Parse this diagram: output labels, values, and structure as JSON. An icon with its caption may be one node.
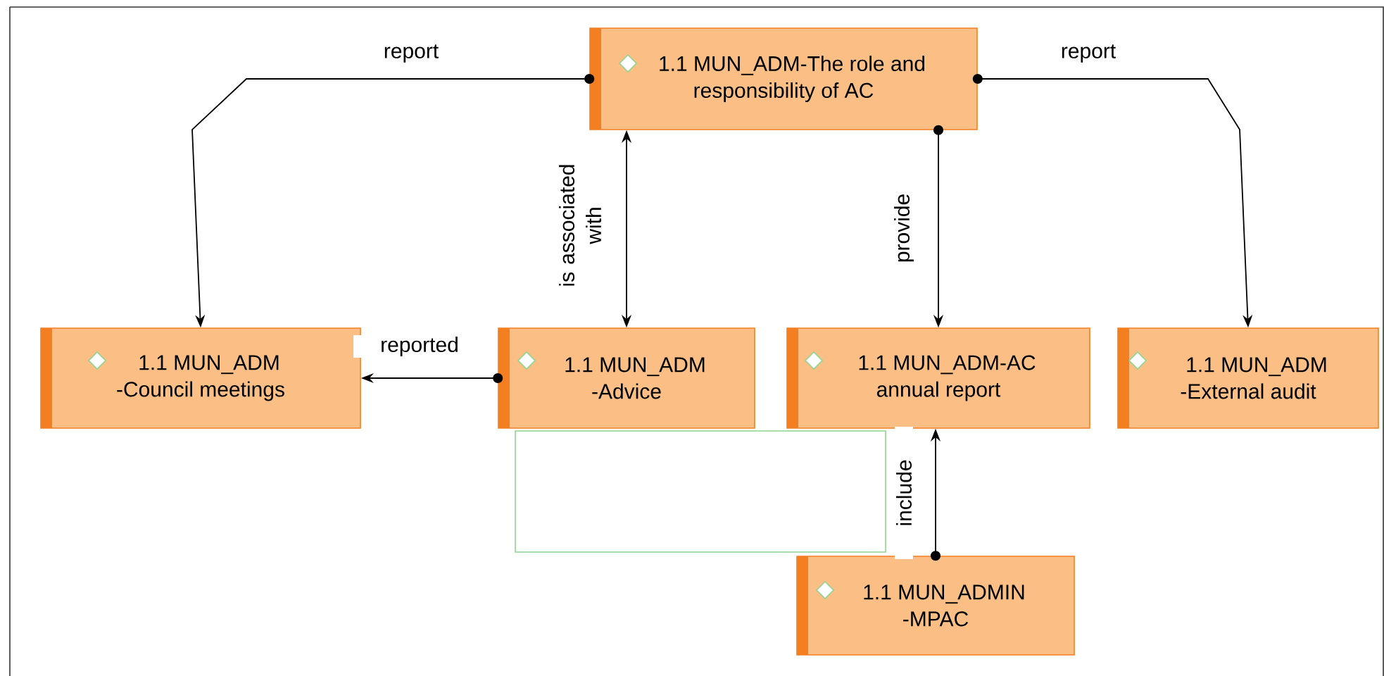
{
  "diagram": {
    "nodes": [
      {
        "text": [
          "1.1 MUN_ADM-The role and responsibility of AC"
        ]
      },
      {
        "text": [
          "1.1 MUN_ADM -Council meetings"
        ]
      },
      {
        "text": [
          "1.1 MUN_ADM -Advice"
        ]
      },
      {
        "text": [
          "1.1 MUN_ADM-AC annual report"
        ]
      },
      {
        "text": [
          "1.1 MUN_ADM -External audit"
        ]
      },
      {
        "text": [],
        "shape": "box"
      },
      {
        "text": [
          "1.1 MUN_ADMIN -MPAC"
        ]
      }
    ],
    "edges": [
      {
        "from": 0,
        "to": 1,
        "arrow": "to",
        "label": "report"
      },
      {
        "from": 0,
        "to": 4,
        "arrow": "to",
        "label": "report"
      },
      {
        "from": 0,
        "to": 2,
        "arrow": "both",
        "label": "is associated with"
      },
      {
        "from": 0,
        "to": 3,
        "arrow": "to",
        "label": "provide"
      },
      {
        "from": 2,
        "to": 1,
        "arrow": "to",
        "label": "reported"
      },
      {
        "from": 6,
        "to": 3,
        "arrow": "to",
        "label": "include"
      }
    ]
  }
}
